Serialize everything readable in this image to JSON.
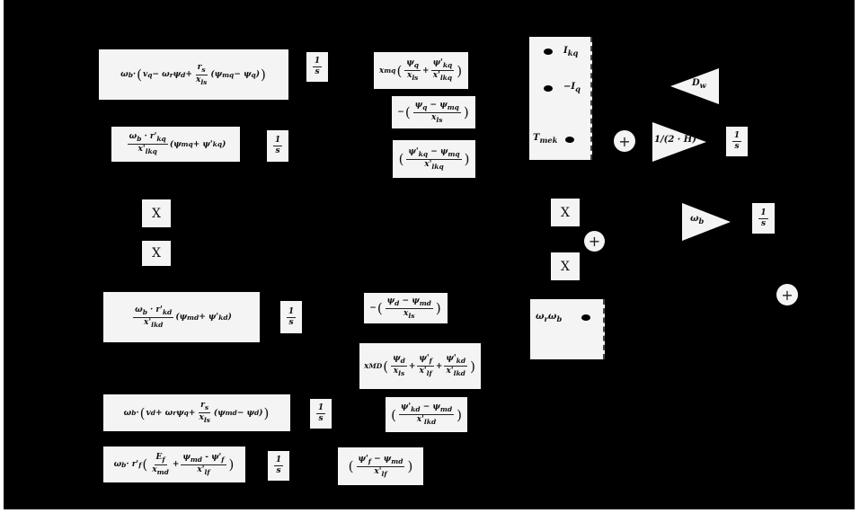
{
  "blocks": {
    "b1_lhs": "ω",
    "integrator_label": {
      "num": "1",
      "den": "s"
    },
    "multiply_label": "X",
    "sum_label": "+"
  },
  "text": {
    "b1": {
      "a": "ω",
      "a_sub": "b",
      "b": "· ",
      "c": "v",
      "c_sub": "q",
      "d": " − ω",
      "d_sub": "r",
      "e": "ψ",
      "e_sub": "d",
      "f": " + ",
      "g_num": "r",
      "g_num_sub": "s",
      "g_den": "x",
      "g_den_sub": "ls",
      "h": "(ψ",
      "h_sub": "mq",
      "i": " − ψ",
      "i_sub": "q",
      "j": ")"
    },
    "b2": {
      "num": "ω",
      "num_sub": "b",
      "num_tail": " · r'",
      "num_tail_sub": "kq",
      "den": "x'",
      "den_sub": "lkq",
      "tail": "(ψ",
      "tail_sub": "mq",
      "tail2": " + ψ'",
      "tail2_sub": "kq",
      "tail3": ")"
    },
    "b3": {
      "pre": "x",
      "pre_sub": "mq",
      "n1": "ψ",
      "n1_sub": "q",
      "d1": "x",
      "d1_sub": "ls",
      "n2": "ψ'",
      "n2_sub": "kq",
      "d2": "x'",
      "d2_sub": "lkq"
    },
    "b4": {
      "pre": "−",
      "num": "ψ",
      "num_sub": "q",
      "num_tail": " − ψ",
      "num_tail_sub": "mq",
      "den": "x",
      "den_sub": "ls"
    },
    "b5": {
      "num": "ψ'",
      "num_sub": "kq",
      "num_tail": " − ψ",
      "num_tail_sub": "mq",
      "den": "x'",
      "den_sub": "lkq"
    },
    "b6": {
      "num": "ω",
      "num_sub": "b",
      "num_tail": " · r'",
      "num_tail_sub": "kd",
      "den": "x'",
      "den_sub": "lkd",
      "tail": "(ψ",
      "tail_sub": "md",
      "tail2": " + ψ'",
      "tail2_sub": "kd",
      "tail3": ")"
    },
    "b7": {
      "pre": "−",
      "num": "ψ",
      "num_sub": "d",
      "num_tail": " − ψ",
      "num_tail_sub": "md",
      "den": "x",
      "den_sub": "ls"
    },
    "b8": {
      "pre": "x",
      "pre_sub": "MD",
      "n1": "ψ",
      "n1_sub": "d",
      "d1": "x",
      "d1_sub": "ls",
      "n2": "ψ'",
      "n2_sub": "f",
      "d2": "x'",
      "d2_sub": "lf",
      "n3": "ψ'",
      "n3_sub": "kd",
      "d3": "x'",
      "d3_sub": "lkd"
    },
    "b9": {
      "a": "ω",
      "a_sub": "b",
      "b": "· ",
      "c": "v",
      "c_sub": "d",
      "d": " + ω",
      "d_sub": "r",
      "e": "ψ",
      "e_sub": "q",
      "f": " + ",
      "g_num": "r",
      "g_num_sub": "s",
      "g_den": "x",
      "g_den_sub": "ls",
      "h": "(ψ",
      "h_sub": "md",
      "i": " − ψ",
      "i_sub": "d",
      "j": ")"
    },
    "b10": {
      "num": "ψ'",
      "num_sub": "kd",
      "num_tail": " − ψ",
      "num_tail_sub": "md",
      "den": "x'",
      "den_sub": "lkd"
    },
    "b11": {
      "a": "ω",
      "a_sub": "b",
      "b": " · r'",
      "b_sub": "f",
      "n1": "E",
      "n1_sub": "f",
      "d1": "x",
      "d1_sub": "md",
      "n2": "ψ",
      "n2_sub": "md",
      "n2_tail": " - ψ'",
      "n2_tail_sub": "f",
      "d2": "x'",
      "d2_sub": "lf"
    },
    "b12": {
      "num": "ψ'",
      "num_sub": "f",
      "num_tail": " − ψ",
      "num_tail_sub": "md",
      "den": "x'",
      "den_sub": "lf"
    },
    "ports1": {
      "p1": "I",
      "p1_sub": "kq",
      "p2": "−I",
      "p2_sub": "q",
      "p3": "T",
      "p3_sub": "mek"
    },
    "ports2": {
      "p1": "ω",
      "p1_sub": "r",
      "p1_tail": "ω",
      "p1_tail_sub": "b"
    },
    "gains": {
      "dw": "D",
      "dw_sub": "w",
      "inertia": "1/(2 · H)",
      "wb": "ω",
      "wb_sub": "b"
    }
  }
}
